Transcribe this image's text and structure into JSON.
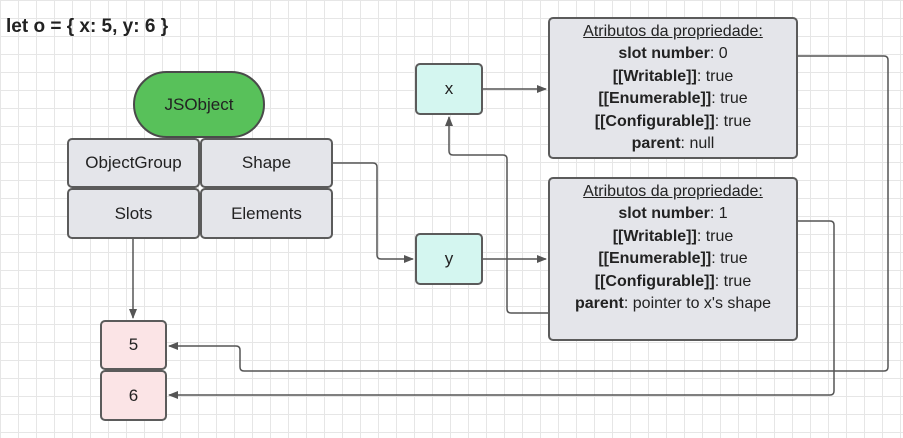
{
  "code": "let o = { x: 5, y: 6 }",
  "jsobject": "JSObject",
  "cells": {
    "object_group": "ObjectGroup",
    "shape": "Shape",
    "slots": "Slots",
    "elements": "Elements"
  },
  "keys": {
    "x": "x",
    "y": "y"
  },
  "values": [
    "5",
    "6"
  ],
  "attr_header": "Atributos da propriedade:",
  "attr_labels": {
    "slot_number": "slot number",
    "writable": "[[Writable]]",
    "enumerable": "[[Enumerable]]",
    "configurable": "[[Configurable]]",
    "parent": "parent"
  },
  "prop_x": {
    "slot_number": ": 0",
    "writable": ": true",
    "enumerable": ": true",
    "configurable": ": true",
    "parent": ": null"
  },
  "prop_y": {
    "slot_number": ": 1",
    "writable": ": true",
    "enumerable": ": true",
    "configurable": ": true",
    "parent": ": pointer to x's shape"
  },
  "colors": {
    "jsobject_fill": "#58c15a",
    "cell_fill": "#e4e5ea",
    "key_fill": "#d4f6f0",
    "value_fill": "#fbe4e6",
    "line": "#555555"
  }
}
